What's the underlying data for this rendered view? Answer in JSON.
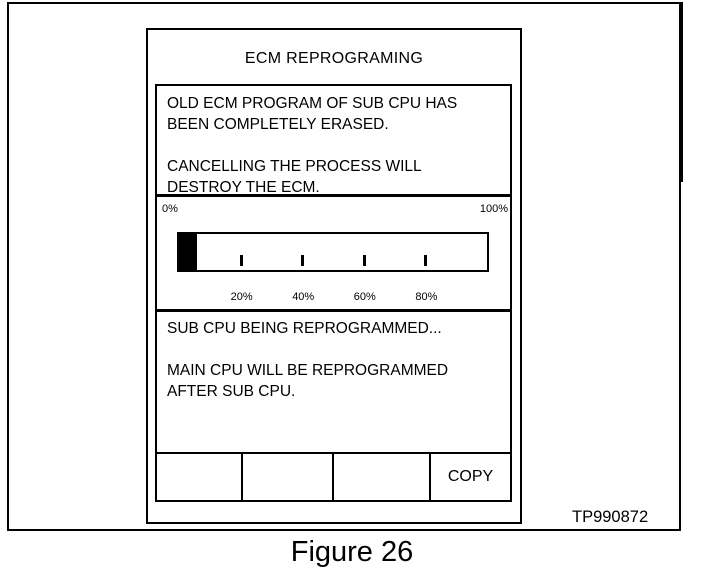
{
  "screen": {
    "title": "ECM REPROGRAMING",
    "message": "OLD ECM PROGRAM OF SUB CPU HAS\nBEEN COMPLETELY ERASED.\n\nCANCELLING THE PROCESS WILL\nDESTROY THE ECM.",
    "progress": {
      "value_percent": 6,
      "label_min": "0%",
      "label_max": "100%",
      "ticks": [
        "20%",
        "40%",
        "60%",
        "80%"
      ]
    },
    "status": "SUB CPU BEING REPROGRAMMED...\n\nMAIN CPU WILL BE REPROGRAMMED\nAFTER SUB CPU.",
    "buttons": [
      "",
      "",
      "",
      "COPY"
    ]
  },
  "figure_id": "TP990872",
  "caption": "Figure 26"
}
